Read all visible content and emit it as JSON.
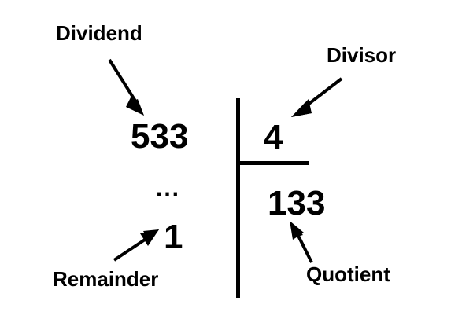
{
  "diagram": {
    "title": "Long division parts diagram",
    "background_color": "#ffffff",
    "ink_color": "#000000",
    "labels": {
      "dividend": "Dividend",
      "divisor": "Divisor",
      "remainder": "Remainder",
      "quotient": "Quotient"
    },
    "values": {
      "dividend": "533",
      "divisor": "4",
      "quotient": "133",
      "remainder": "1",
      "ellipsis": "..."
    },
    "rules": {
      "vertical_divider": "vertical-rule",
      "horizontal_divider": "horizontal-rule"
    },
    "arrows": [
      {
        "name": "arrow-dividend",
        "from_label": "Dividend",
        "to_value": "533",
        "direction": "down-right"
      },
      {
        "name": "arrow-divisor",
        "from_label": "Divisor",
        "to_value": "4",
        "direction": "down-left"
      },
      {
        "name": "arrow-remainder",
        "from_label": "Remainder",
        "to_value": "1",
        "direction": "up-right"
      },
      {
        "name": "arrow-quotient",
        "from_label": "Quotient",
        "to_value": "133",
        "direction": "up-left"
      }
    ]
  }
}
